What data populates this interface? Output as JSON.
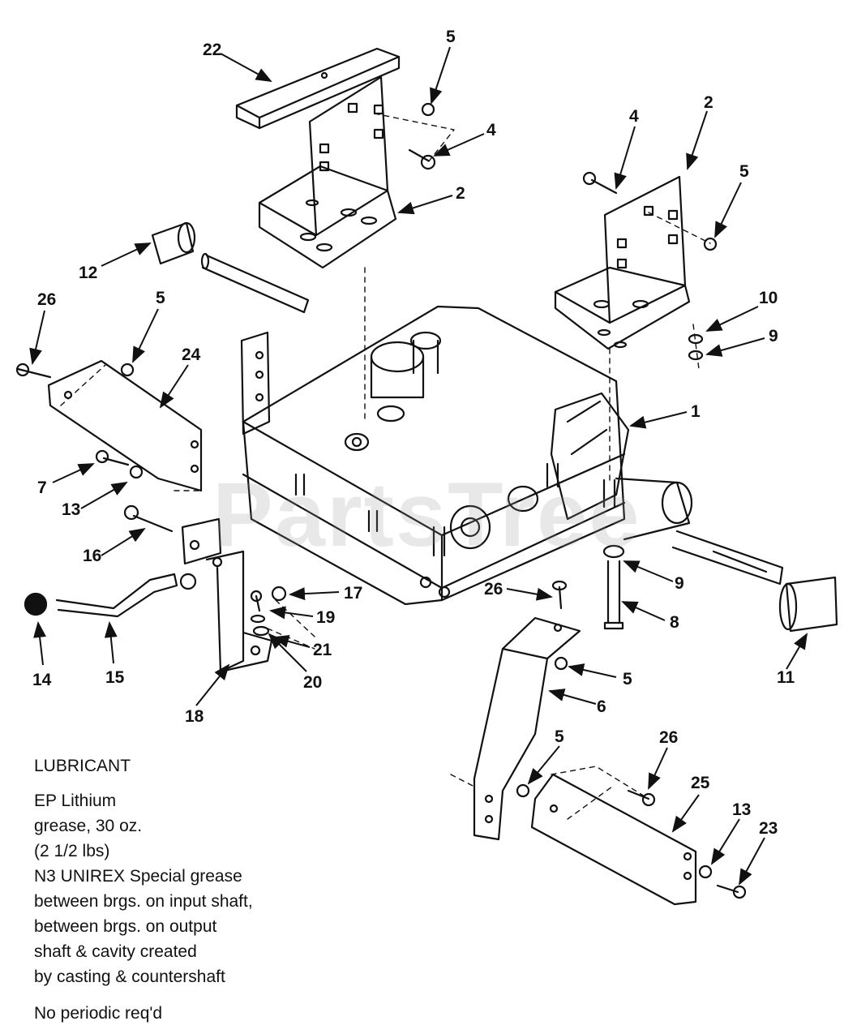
{
  "callouts": [
    {
      "label": "22"
    },
    {
      "label": "5"
    },
    {
      "label": "4"
    },
    {
      "label": "2"
    },
    {
      "label": "4"
    },
    {
      "label": "2"
    },
    {
      "label": "5"
    },
    {
      "label": "12"
    },
    {
      "label": "26"
    },
    {
      "label": "5"
    },
    {
      "label": "24"
    },
    {
      "label": "10"
    },
    {
      "label": "9"
    },
    {
      "label": "1"
    },
    {
      "label": "7"
    },
    {
      "label": "13"
    },
    {
      "label": "16"
    },
    {
      "label": "17"
    },
    {
      "label": "19"
    },
    {
      "label": "21"
    },
    {
      "label": "20"
    },
    {
      "label": "14"
    },
    {
      "label": "15"
    },
    {
      "label": "18"
    },
    {
      "label": "26"
    },
    {
      "label": "9"
    },
    {
      "label": "8"
    },
    {
      "label": "5"
    },
    {
      "label": "6"
    },
    {
      "label": "11"
    },
    {
      "label": "5"
    },
    {
      "label": "26"
    },
    {
      "label": "25"
    },
    {
      "label": "13"
    },
    {
      "label": "23"
    }
  ],
  "lubricant_notes": [
    "LUBRICANT",
    "EP Lithium",
    "grease, 30 oz.",
    "(2 1/2 lbs)",
    "N3 UNIREX Special grease",
    "between brgs. on input shaft,",
    "between brgs. on output",
    "shaft & cavity created",
    "by casting & countershaft",
    "No periodic req'd"
  ],
  "watermark": "PartsTree",
  "colors": {
    "line": "#111111",
    "background": "#ffffff",
    "watermark": "#969696"
  }
}
